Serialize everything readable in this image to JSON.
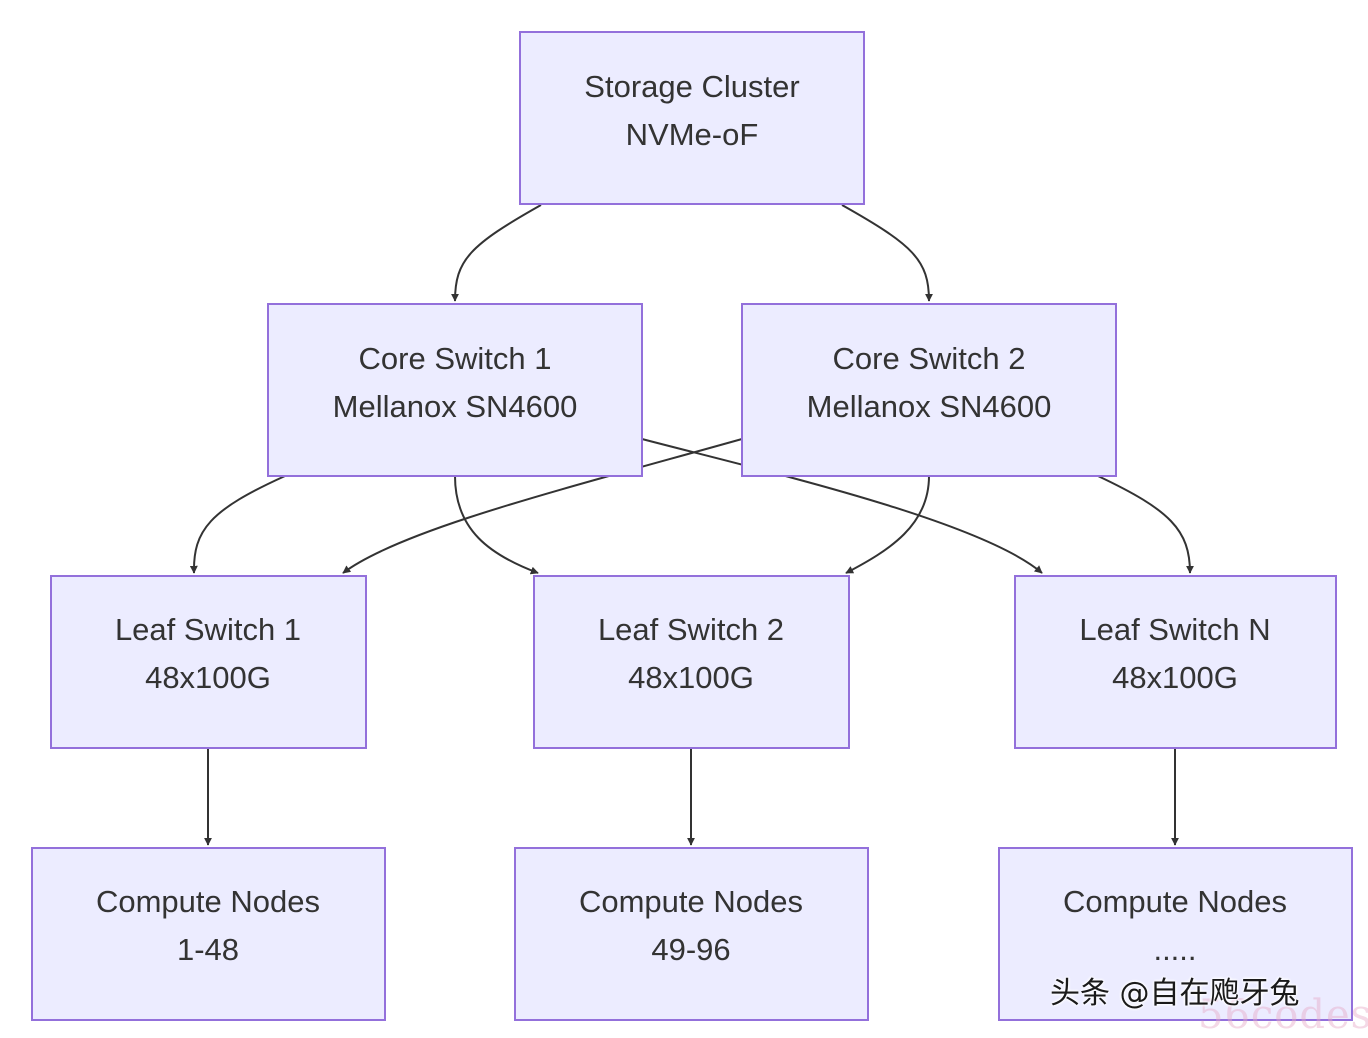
{
  "nodes": {
    "storage": {
      "line1": "Storage Cluster",
      "line2": "NVMe-oF"
    },
    "core1": {
      "line1": "Core Switch 1",
      "line2": "Mellanox SN4600"
    },
    "core2": {
      "line1": "Core Switch 2",
      "line2": "Mellanox SN4600"
    },
    "leaf1": {
      "line1": "Leaf Switch 1",
      "line2": "48x100G"
    },
    "leaf2": {
      "line1": "Leaf Switch 2",
      "line2": "48x100G"
    },
    "leafN": {
      "line1": "Leaf Switch N",
      "line2": "48x100G"
    },
    "compute1": {
      "line1": "Compute Nodes",
      "line2": "1-48"
    },
    "compute2": {
      "line1": "Compute Nodes",
      "line2": "49-96"
    },
    "computeN": {
      "line1": "Compute Nodes",
      "line2": "....."
    }
  },
  "edges": [
    {
      "from": "storage",
      "to": "core1"
    },
    {
      "from": "storage",
      "to": "core2"
    },
    {
      "from": "core1",
      "to": "leaf1"
    },
    {
      "from": "core1",
      "to": "leaf2"
    },
    {
      "from": "core1",
      "to": "leafN"
    },
    {
      "from": "core2",
      "to": "leaf1"
    },
    {
      "from": "core2",
      "to": "leaf2"
    },
    {
      "from": "core2",
      "to": "leafN"
    },
    {
      "from": "leaf1",
      "to": "compute1"
    },
    {
      "from": "leaf2",
      "to": "compute2"
    },
    {
      "from": "leafN",
      "to": "computeN"
    }
  ],
  "colors": {
    "node_fill": "#ECECFF",
    "node_stroke": "#9370DB",
    "edge": "#333333",
    "text": "#333333"
  },
  "watermark": {
    "text": "头条 @自在飑牙兔",
    "faint_text": "56codes"
  }
}
